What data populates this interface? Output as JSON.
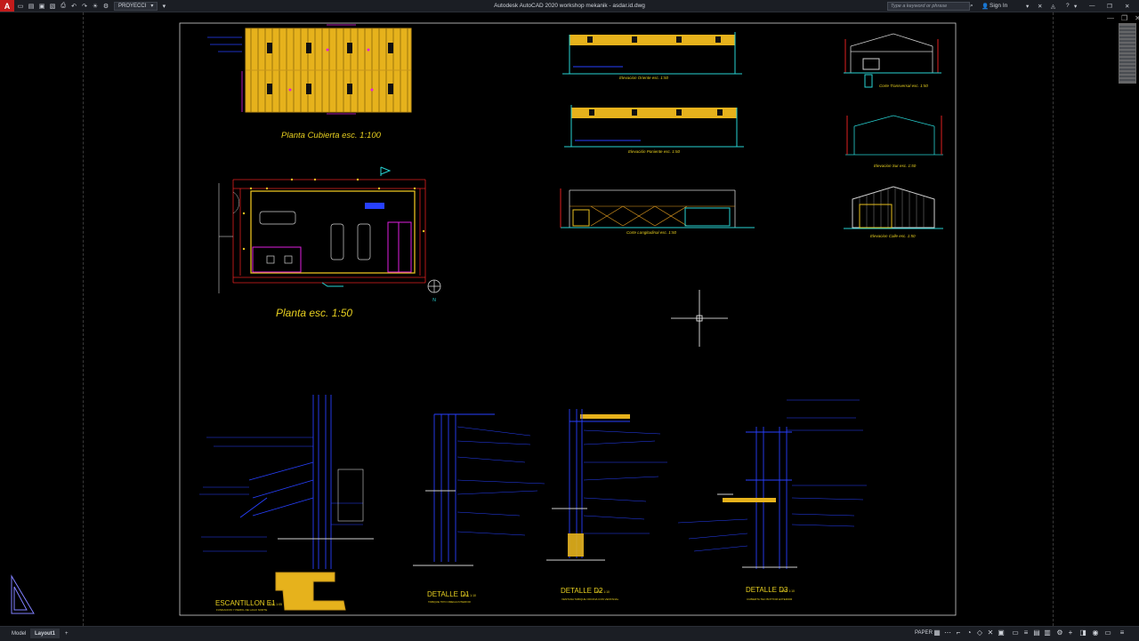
{
  "titlebar": {
    "app_logo": "A",
    "workspace_name": "PROYECCI",
    "title": "Autodesk AutoCAD 2020    workshop mekanik - asdar.id.dwg",
    "search_placeholder": "Type a keyword or phrase",
    "sign_in": "Sign In",
    "icons": [
      "new-icon",
      "open-icon",
      "save-icon",
      "saveas-icon",
      "print-icon",
      "undo-icon",
      "redo-icon",
      "sun-icon",
      "gear-icon"
    ]
  },
  "drawing": {
    "titles": {
      "roof_plan": "Planta Cubierta esc. 1:100",
      "floor_plan": "Planta esc. 1:50",
      "north": "N",
      "elev_oriente": "Elevacion Oriente  esc. 1:50",
      "elev_poniente": "Elevación Poniente  esc. 1:50",
      "corte_long": "Corte Longitudinal esc. 1:50",
      "corte_trans": "Corte Transversal esc. 1:50",
      "elev_sur": "Elevacion Sur esc. 1:50",
      "elev_calle": "Elevacion Calle esc. 1:50",
      "escantillon": "ESCANTILLON E1",
      "escantillon_scale": "ESC 1:05",
      "escantillon_sub": "FUNDACION Y PERFIL DE LAGO NORTE",
      "detalle_d1": "DETALLE D1",
      "detalle_d1_scale": "ESC 1:10",
      "detalle_d1_sub": "TABIQUE TIPO OMEGA INTERIOR",
      "detalle_d2": "DETALLE D2",
      "detalle_d2_scale": "ESC 1:10",
      "detalle_d2_sub": "VENTANA TABIQUE OFICINA CON VENTANAL",
      "detalle_d3": "DETALLE D3",
      "detalle_d3_scale": "ESC 1:10",
      "detalle_d3_sub": "CUBIERTA TEC BOTTOM EXTERIOR"
    }
  },
  "window_controls": [
    "minimize-icon",
    "restore-icon",
    "close-icon"
  ],
  "statusbar": {
    "tabs": [
      "Model",
      "Layout1"
    ],
    "active_tab": "Layout1",
    "add_tab": "+",
    "space": "PAPER"
  },
  "colors": {
    "yellow": "#e8c020",
    "cyan": "#27d3d3",
    "blue": "#2740ff",
    "red": "#e02020",
    "magenta": "#e020e0",
    "white_line": "#d0d0d0",
    "accent": "#c21b1b"
  }
}
